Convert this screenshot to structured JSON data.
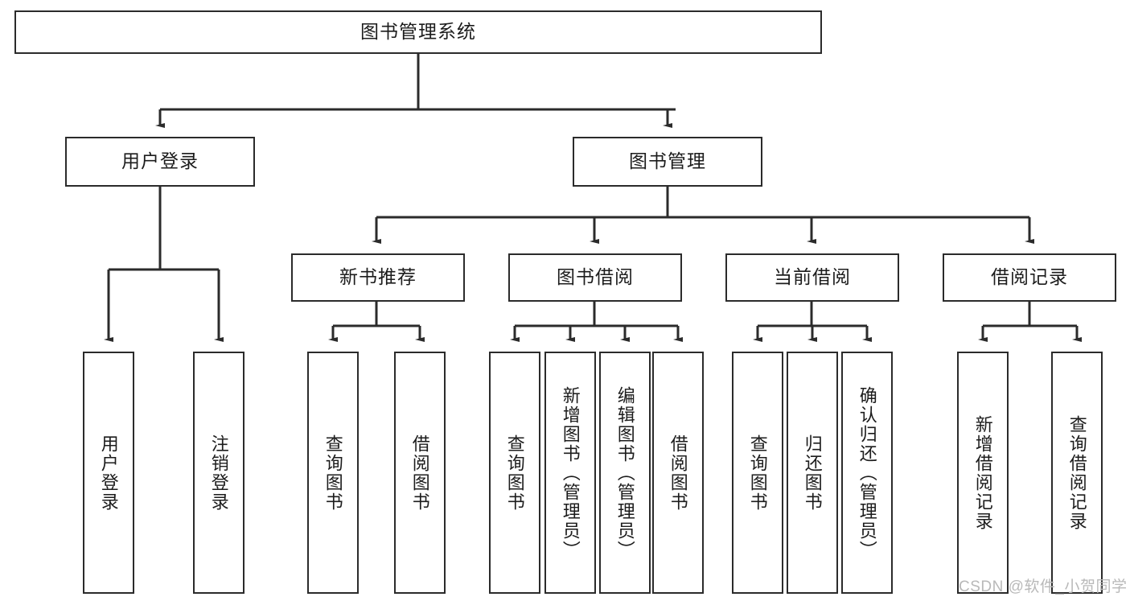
{
  "diagram": {
    "type": "tree",
    "title": "图书管理系统",
    "orientation": "top-down",
    "colors": {
      "box_border": "#2b2b2b",
      "box_fill": "#ffffff",
      "edge": "#2b2b2b",
      "text": "#1c1c1c",
      "watermark": "#b9b9b9",
      "background": "#ffffff"
    },
    "root": {
      "label": "图书管理系统"
    },
    "level2": [
      {
        "label": "用户登录"
      },
      {
        "label": "图书管理"
      }
    ],
    "level3": [
      {
        "label": "新书推荐"
      },
      {
        "label": "图书借阅"
      },
      {
        "label": "当前借阅"
      },
      {
        "label": "借阅记录"
      }
    ],
    "leaves": {
      "user_login": [
        {
          "label": "用户登录"
        },
        {
          "label": "注销登录"
        }
      ],
      "new_book_recommend": [
        {
          "label": "查询图书"
        },
        {
          "label": "借阅图书"
        }
      ],
      "book_borrow": [
        {
          "label": "查询图书"
        },
        {
          "label": "新增图书（管理员）"
        },
        {
          "label": "编辑图书（管理员）"
        },
        {
          "label": "借阅图书"
        }
      ],
      "current_borrow": [
        {
          "label": "查询图书"
        },
        {
          "label": "归还图书"
        },
        {
          "label": "确认归还（管理员）"
        }
      ],
      "borrow_record": [
        {
          "label": "新增借阅记录"
        },
        {
          "label": "查询借阅记录"
        }
      ]
    }
  },
  "watermark": {
    "text": "CSDN @软件_小贺同学"
  }
}
